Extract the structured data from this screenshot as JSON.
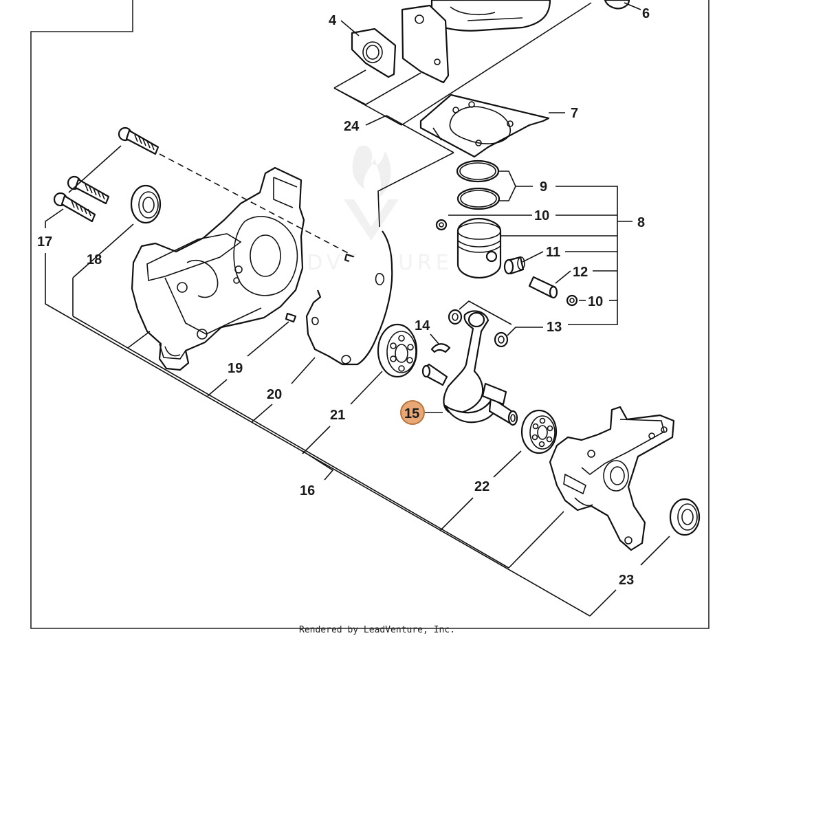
{
  "diagram": {
    "callouts": {
      "p4": "4",
      "p6": "6",
      "p7": "7",
      "p8": "8",
      "p9": "9",
      "p10a": "10",
      "p10b": "10",
      "p11": "11",
      "p12": "12",
      "p13": "13",
      "p14": "14",
      "p15": "15",
      "p16": "16",
      "p17": "17",
      "p18": "18",
      "p19": "19",
      "p20": "20",
      "p21": "21",
      "p22": "22",
      "p23": "23",
      "p24": "24"
    },
    "highlighted_part": "15",
    "highlight_color": "#E8A875",
    "highlight_stroke": "#B8733D",
    "watermark": "LEADVENTURE",
    "footer": "Rendered by LeadVenture, Inc."
  }
}
